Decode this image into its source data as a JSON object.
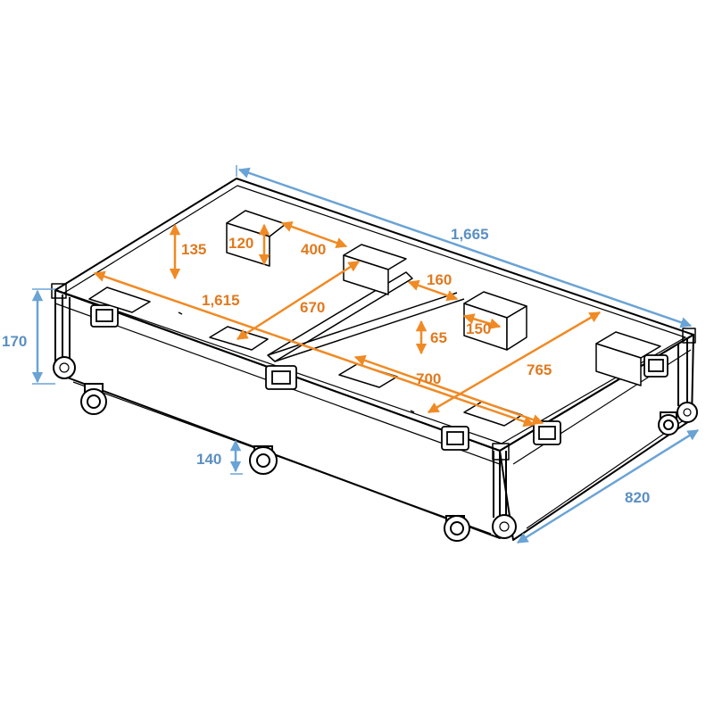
{
  "colors": {
    "outer_dimension": "#6aa3d5",
    "outer_text": "#5b8fc2",
    "inner_dimension": "#f08a24",
    "inner_text": "#e07a1f",
    "outline": "#000000"
  },
  "outer_dimensions": {
    "length": "1,665",
    "width": "820",
    "height": "170",
    "caster_clearance": "140"
  },
  "inner_dimensions": {
    "length": "1,615",
    "left_depth": "670",
    "right_depth": "765",
    "right_length": "700",
    "left_block_height": "135",
    "left_block_small_height": "120",
    "left_block_width": "400",
    "right_block_width": "160",
    "right_block_depth": "150",
    "right_block_height": "65"
  }
}
